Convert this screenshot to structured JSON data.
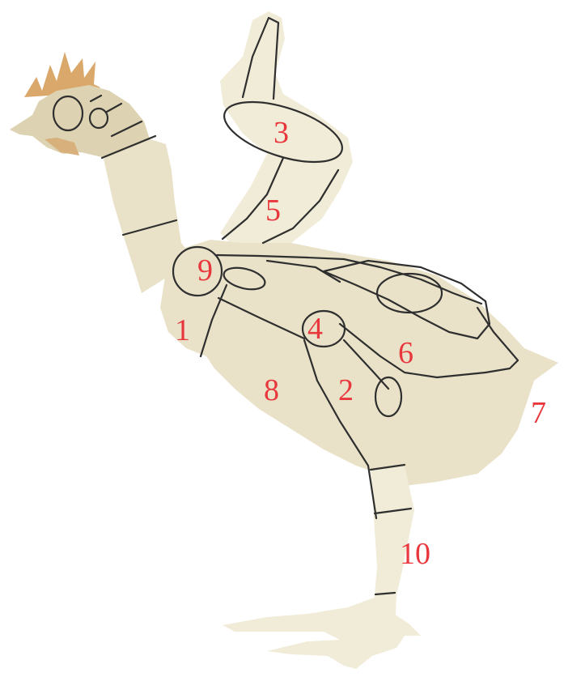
{
  "figure": {
    "subject": "plucked whole chicken carcass, side view, divided into numbered parts",
    "colors": {
      "label": "#e8383d",
      "outline": "#2f2f2f",
      "skin": "#e9e2c8",
      "comb": "#d9a86a"
    },
    "labels": [
      {
        "id": "1",
        "text": "1"
      },
      {
        "id": "2",
        "text": "2"
      },
      {
        "id": "3",
        "text": "3"
      },
      {
        "id": "4",
        "text": "4"
      },
      {
        "id": "5",
        "text": "5"
      },
      {
        "id": "6",
        "text": "6"
      },
      {
        "id": "7",
        "text": "7"
      },
      {
        "id": "8",
        "text": "8"
      },
      {
        "id": "9",
        "text": "9"
      },
      {
        "id": "10",
        "text": "10"
      }
    ]
  }
}
